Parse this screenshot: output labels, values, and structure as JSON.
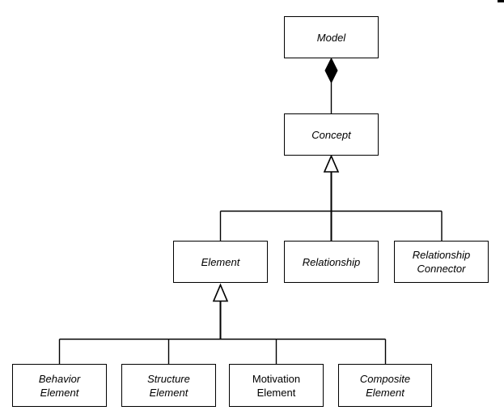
{
  "diagram": {
    "background_color": "#ffffff",
    "line_color": "#000000",
    "nodes": [
      {
        "id": "model",
        "label": "Model"
      },
      {
        "id": "concept",
        "label": "Concept"
      },
      {
        "id": "element",
        "label": "Element"
      },
      {
        "id": "relationship",
        "label": "Relationship"
      },
      {
        "id": "relationship-connector",
        "label": "Relationship\nConnector"
      },
      {
        "id": "behavior-element",
        "label": "Behavior\nElement"
      },
      {
        "id": "structure-element",
        "label": "Structure\nElement"
      },
      {
        "id": "motivation-element",
        "label": "Motivation\nElement"
      },
      {
        "id": "composite-element",
        "label": "Composite\nElement"
      }
    ],
    "relations": [
      {
        "type": "composition",
        "whole": "Model",
        "part": "Concept"
      },
      {
        "type": "generalization",
        "parent": "Concept",
        "children": [
          "Element",
          "Relationship",
          "Relationship Connector"
        ]
      },
      {
        "type": "generalization",
        "parent": "Element",
        "children": [
          "Behavior Element",
          "Structure Element",
          "Motivation Element",
          "Composite Element"
        ]
      }
    ]
  }
}
